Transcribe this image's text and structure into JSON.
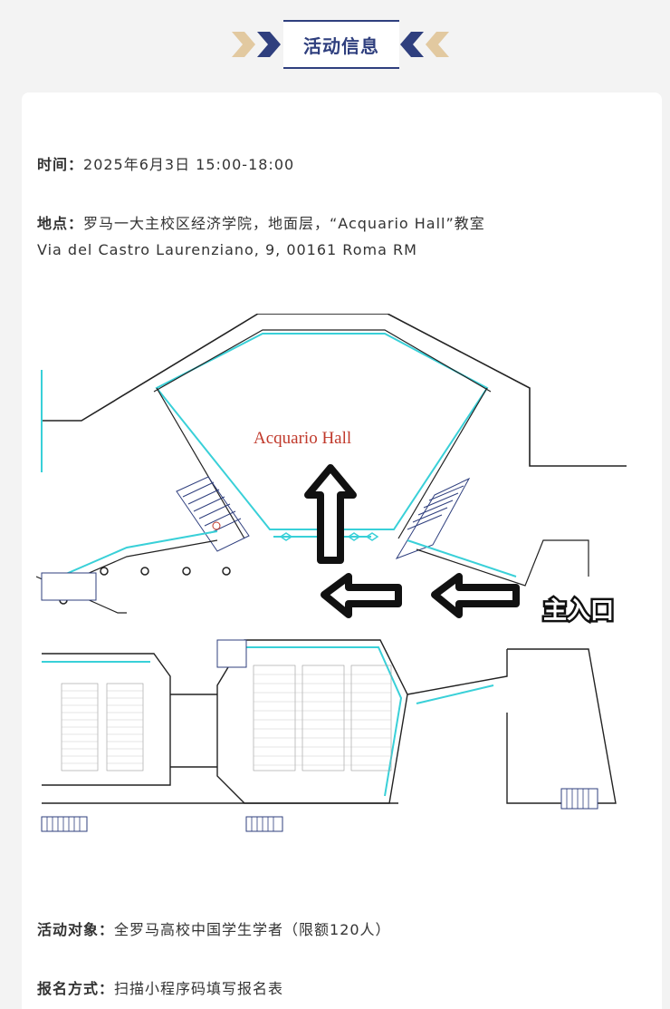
{
  "header": {
    "title": "活动信息"
  },
  "info": {
    "time_label": "时间：",
    "time_value": "2025年6月3日  15:00-18:00",
    "place_label": "地点：",
    "place_value": "罗马一大主校区经济学院，地面层，“Acquario Hall”教室",
    "address": "Via del Castro Laurenziano, 9, 00161 Roma RM",
    "audience_label": "活动对象：",
    "audience_value": "全罗马高校中国学生学者（限额120人）",
    "signup_label": "报名方式：",
    "signup_value": "扫描小程序码填写报名表"
  },
  "map": {
    "hall_name": "Acquario  Hall",
    "entrance_label": "主入口"
  },
  "colors": {
    "navy": "#2f3f7e",
    "gold": "#e2c9a0",
    "cyan": "#39d0d8",
    "hall_red": "#c0392b"
  }
}
